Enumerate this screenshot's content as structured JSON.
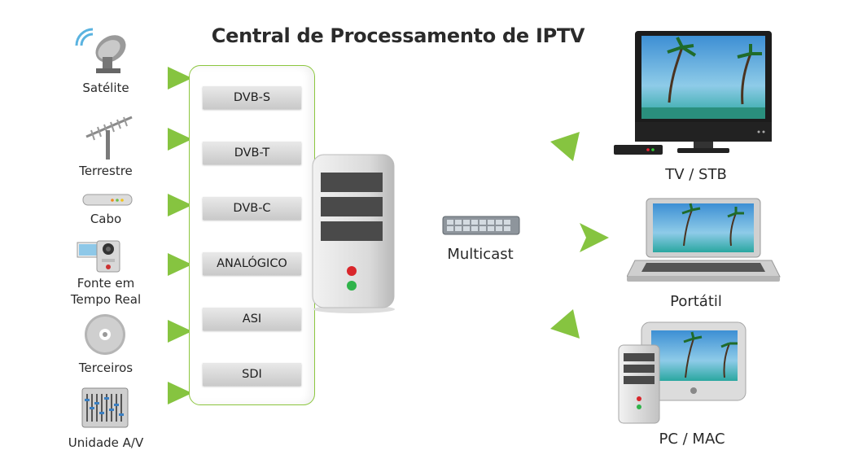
{
  "title": "Central de Processamento de IPTV",
  "sources": [
    {
      "label": "Satélite",
      "icon": "satellite-dish-icon"
    },
    {
      "label": "Terrestre",
      "icon": "antenna-icon"
    },
    {
      "label": "Cabo",
      "icon": "cable-modem-icon"
    },
    {
      "label": "Fonte em\nTempo Real",
      "icon": "camera-icon"
    },
    {
      "label": "Terceiros",
      "icon": "disc-icon"
    },
    {
      "label": "Unidade A/V",
      "icon": "av-mixer-icon"
    }
  ],
  "inputs": [
    "DVB-S",
    "DVB-T",
    "DVB-C",
    "ANALÓGICO",
    "ASI",
    "SDI"
  ],
  "multicast_label": "Multicast",
  "destinations": [
    {
      "label": "TV / STB",
      "icon": "tv-stb-icon"
    },
    {
      "label": "Portátil",
      "icon": "laptop-icon"
    },
    {
      "label": "PC / MAC",
      "icon": "desktop-pc-icon"
    }
  ],
  "colors": {
    "accent": "#86c440",
    "server": "#d9d9d9",
    "led_red": "#d9262b",
    "led_green": "#2fb34a"
  }
}
